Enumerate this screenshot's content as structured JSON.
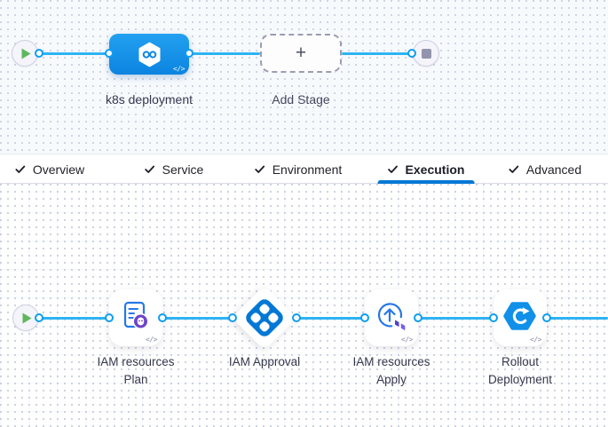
{
  "stage_graph": {
    "stage_label": "k8s deployment",
    "add_stage_label": "Add Stage"
  },
  "tab_bar": {
    "items": [
      {
        "label": "Overview",
        "completed": true,
        "active": false
      },
      {
        "label": "Service",
        "completed": true,
        "active": false
      },
      {
        "label": "Environment",
        "completed": true,
        "active": false
      },
      {
        "label": "Execution",
        "completed": true,
        "active": true
      },
      {
        "label": "Advanced",
        "completed": true,
        "active": false
      }
    ]
  },
  "execution_graph": {
    "steps": [
      {
        "id": "terraform-plan",
        "label_line1": "IAM resources",
        "label_line2": "Plan"
      },
      {
        "id": "harness-approval",
        "label_line1": "IAM Approval",
        "label_line2": ""
      },
      {
        "id": "terraform-apply",
        "label_line1": "IAM resources",
        "label_line2": "Apply"
      },
      {
        "id": "k8s-rollout",
        "label_line1": "Rollout",
        "label_line2": "Deployment"
      }
    ]
  },
  "icons": {
    "plus_icon": "+",
    "code_icon": "</>",
    "check_icon": "checkmark",
    "play_icon": "play-triangle",
    "stop_icon": "stop-square"
  },
  "colors": {
    "edge_blue": "#2eb3f3",
    "connector_blue": "#0d9ef2",
    "stage_node_blue": "#0f8be5",
    "accent_blue": "#0278d5",
    "terraform_purple_dark": "#4d41cf",
    "terraform_purple_light": "#7a5cf0",
    "plan_badge_purple": "#6d44c8",
    "play_green": "#5fb75e",
    "stop_gray": "#9394ad"
  }
}
